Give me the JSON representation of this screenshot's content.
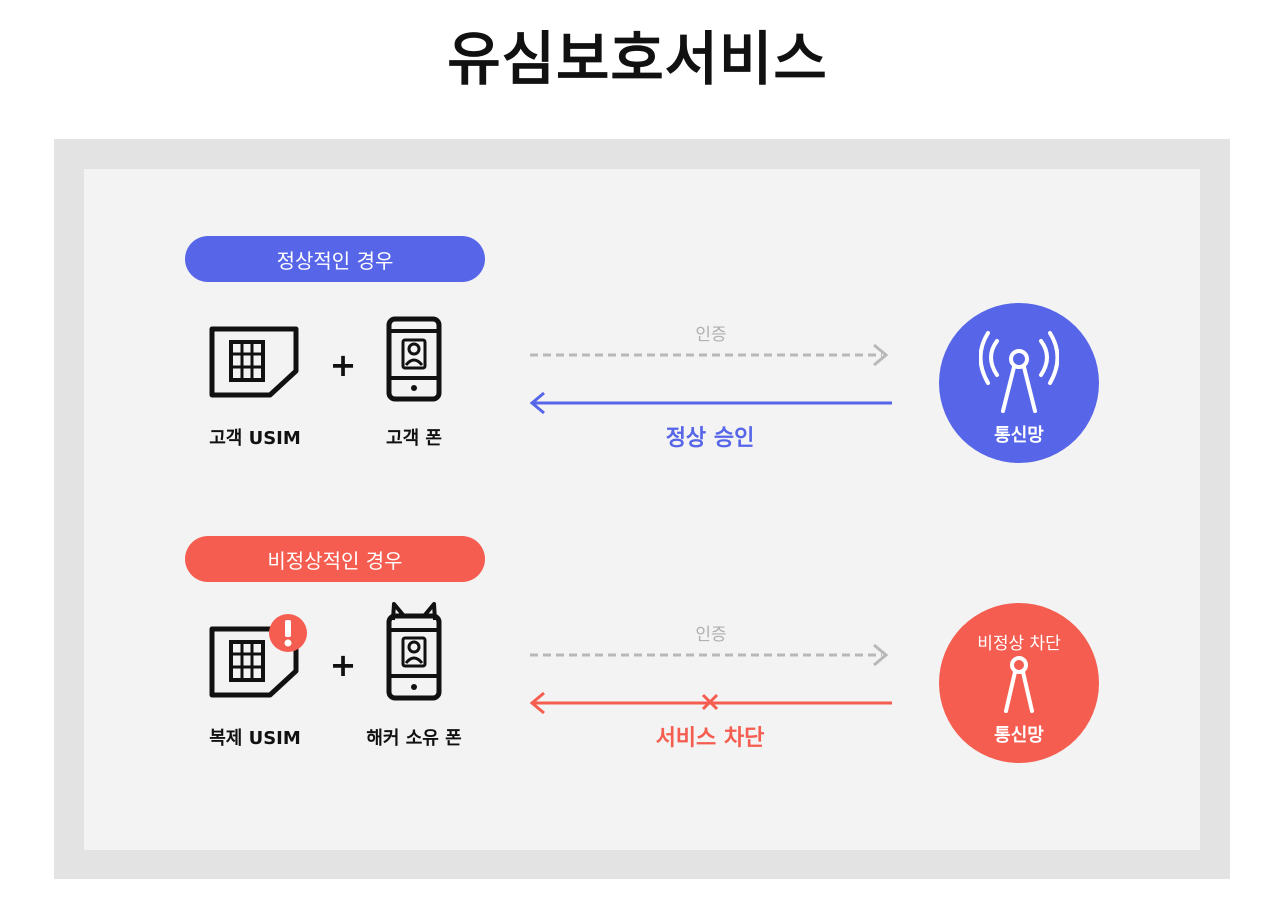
{
  "title": "유심보호서비스",
  "normal": {
    "badge": "정상적인 경우",
    "sim_caption": "고객 USIM",
    "phone_caption": "고객 폰",
    "plus": "+",
    "auth_label": "인증",
    "result_label": "정상 승인",
    "network_label": "통신망",
    "color": "#5766e8"
  },
  "abnormal": {
    "badge": "비정상적인 경우",
    "sim_caption": "복제 USIM",
    "phone_caption": "해커 소유 폰",
    "plus": "+",
    "auth_label": "인증",
    "result_label": "서비스 차단",
    "block_label": "비정상 차단",
    "network_label": "통신망",
    "color": "#f55d50"
  }
}
